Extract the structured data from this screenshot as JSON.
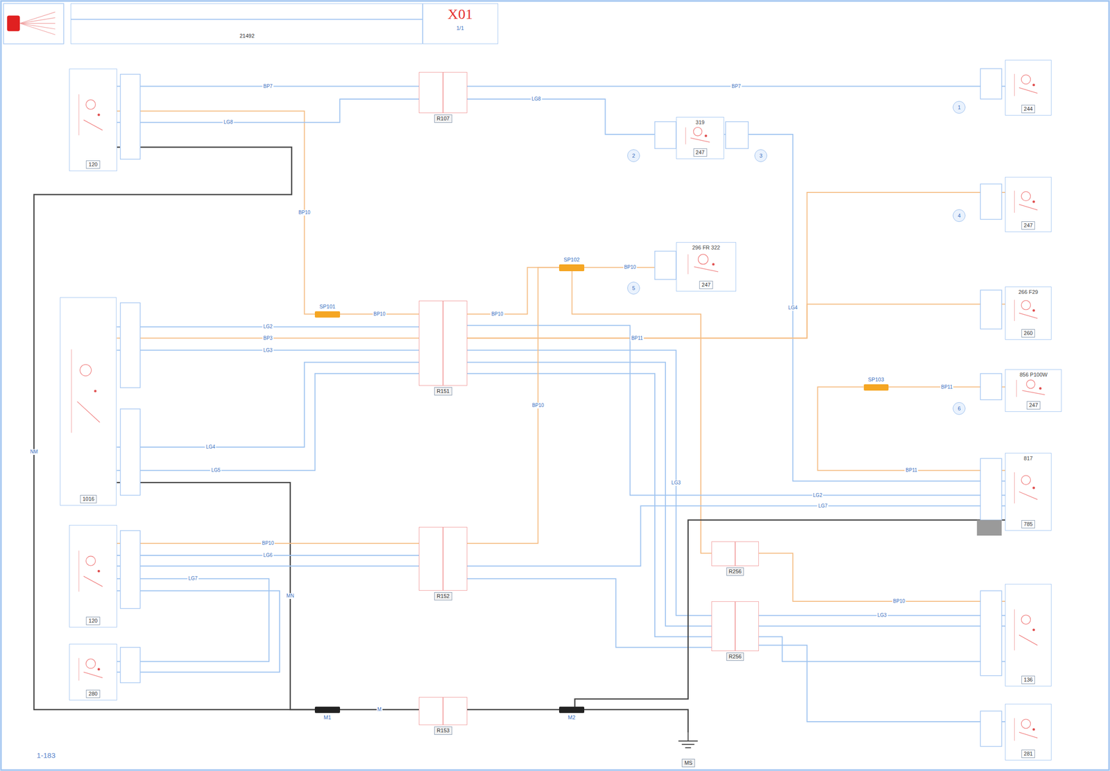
{
  "diagram": {
    "nodes": [
      {
        "text": [
          "21492"
        ]
      },
      {
        "text": [
          "X01",
          "1/1"
        ]
      },
      {
        "text": [
          "120"
        ]
      },
      {
        "text": [
          "R107"
        ]
      },
      {
        "text": [
          "319",
          "247"
        ]
      },
      {
        "text": [
          "244"
        ]
      },
      {
        "text": [
          "247"
        ]
      },
      {
        "text": [
          "296 FR 322",
          "247"
        ]
      },
      {
        "text": [
          "266 F29",
          "260"
        ]
      },
      {
        "text": [
          "856 P100W",
          "247"
        ]
      },
      {
        "text": [
          "1016"
        ]
      },
      {
        "text": [
          "R151"
        ]
      },
      {
        "text": [
          "817",
          "785"
        ]
      },
      {
        "text": [
          "120"
        ]
      },
      {
        "text": [
          "R152"
        ]
      },
      {
        "text": [
          "280"
        ]
      },
      {
        "text": [
          "R256"
        ]
      },
      {
        "text": [
          "R256"
        ]
      },
      {
        "text": [
          "136"
        ]
      },
      {
        "text": [
          "281"
        ]
      },
      {
        "text": [
          "R153"
        ]
      },
      {
        "text": [
          "MS"
        ]
      },
      {
        "text": [
          "SP101"
        ]
      },
      {
        "text": [
          "SP102"
        ]
      },
      {
        "text": [
          "SP103"
        ]
      },
      {
        "text": [
          "M1"
        ]
      },
      {
        "text": [
          "M2"
        ]
      }
    ],
    "edges": [
      {
        "from": 2,
        "to": 3,
        "arrow": "none",
        "label": "BP7"
      },
      {
        "from": 2,
        "to": 22,
        "arrow": "none",
        "label": "BP10"
      },
      {
        "from": 2,
        "to": 3,
        "arrow": "none",
        "label": "LG8"
      },
      {
        "from": 2,
        "to": 25,
        "arrow": "none",
        "label": "NM"
      },
      {
        "from": 3,
        "to": 5,
        "arrow": "none",
        "label": "BP7"
      },
      {
        "from": 3,
        "to": 4,
        "arrow": "none",
        "label": "LG8"
      },
      {
        "from": 4,
        "to": 12,
        "arrow": "none",
        "label": "LG4"
      },
      {
        "from": 22,
        "to": 11,
        "arrow": "none",
        "label": "BP10"
      },
      {
        "from": 10,
        "to": 11,
        "arrow": "none",
        "label": "LG2"
      },
      {
        "from": 10,
        "to": 11,
        "arrow": "none",
        "label": "BP3"
      },
      {
        "from": 10,
        "to": 11,
        "arrow": "none",
        "label": "LG3"
      },
      {
        "from": 10,
        "to": 11,
        "arrow": "none",
        "label": "LG4"
      },
      {
        "from": 10,
        "to": 11,
        "arrow": "none",
        "label": "LG5"
      },
      {
        "from": 10,
        "to": 25,
        "arrow": "none",
        "label": "MN"
      },
      {
        "from": 11,
        "to": 23,
        "arrow": "none",
        "label": "BP10"
      },
      {
        "from": 23,
        "to": 7,
        "arrow": "none",
        "label": "BP10"
      },
      {
        "from": 23,
        "to": 16,
        "arrow": "none"
      },
      {
        "from": 11,
        "to": 8,
        "arrow": "none",
        "label": "BP11"
      },
      {
        "from": 11,
        "to": 6,
        "arrow": "none"
      },
      {
        "from": 11,
        "to": 17,
        "arrow": "none",
        "label": "LG3"
      },
      {
        "from": 11,
        "to": 17,
        "arrow": "none"
      },
      {
        "from": 11,
        "to": 17,
        "arrow": "none"
      },
      {
        "from": 11,
        "to": 12,
        "arrow": "none",
        "label": "LG2"
      },
      {
        "from": 13,
        "to": 14,
        "arrow": "none",
        "label": "BP10"
      },
      {
        "from": 14,
        "to": 23,
        "arrow": "none",
        "label": "BP10"
      },
      {
        "from": 13,
        "to": 14,
        "arrow": "none",
        "label": "LG6"
      },
      {
        "from": 13,
        "to": 14,
        "arrow": "none"
      },
      {
        "from": 13,
        "to": 15,
        "arrow": "none",
        "label": "LG7"
      },
      {
        "from": 13,
        "to": 15,
        "arrow": "none"
      },
      {
        "from": 14,
        "to": 12,
        "arrow": "none",
        "label": "LG7"
      },
      {
        "from": 14,
        "to": 17,
        "arrow": "none"
      },
      {
        "from": 16,
        "to": 18,
        "arrow": "none",
        "label": "BP10"
      },
      {
        "from": 17,
        "to": 18,
        "arrow": "none",
        "label": "LG3"
      },
      {
        "from": 17,
        "to": 18,
        "arrow": "none"
      },
      {
        "from": 17,
        "to": 18,
        "arrow": "none"
      },
      {
        "from": 17,
        "to": 19,
        "arrow": "none"
      },
      {
        "from": 24,
        "to": 9,
        "arrow": "none",
        "label": "BP11"
      },
      {
        "from": 12,
        "to": 24,
        "arrow": "none",
        "label": "BP11"
      },
      {
        "from": 25,
        "to": 20,
        "arrow": "none",
        "label": "M"
      },
      {
        "from": 20,
        "to": 26,
        "arrow": "none"
      },
      {
        "from": 26,
        "to": 21,
        "arrow": "none"
      },
      {
        "from": 26,
        "to": 12,
        "arrow": "none"
      }
    ],
    "labels": [
      "1",
      "2",
      "3",
      "4",
      "5",
      "6",
      "1-183"
    ]
  }
}
